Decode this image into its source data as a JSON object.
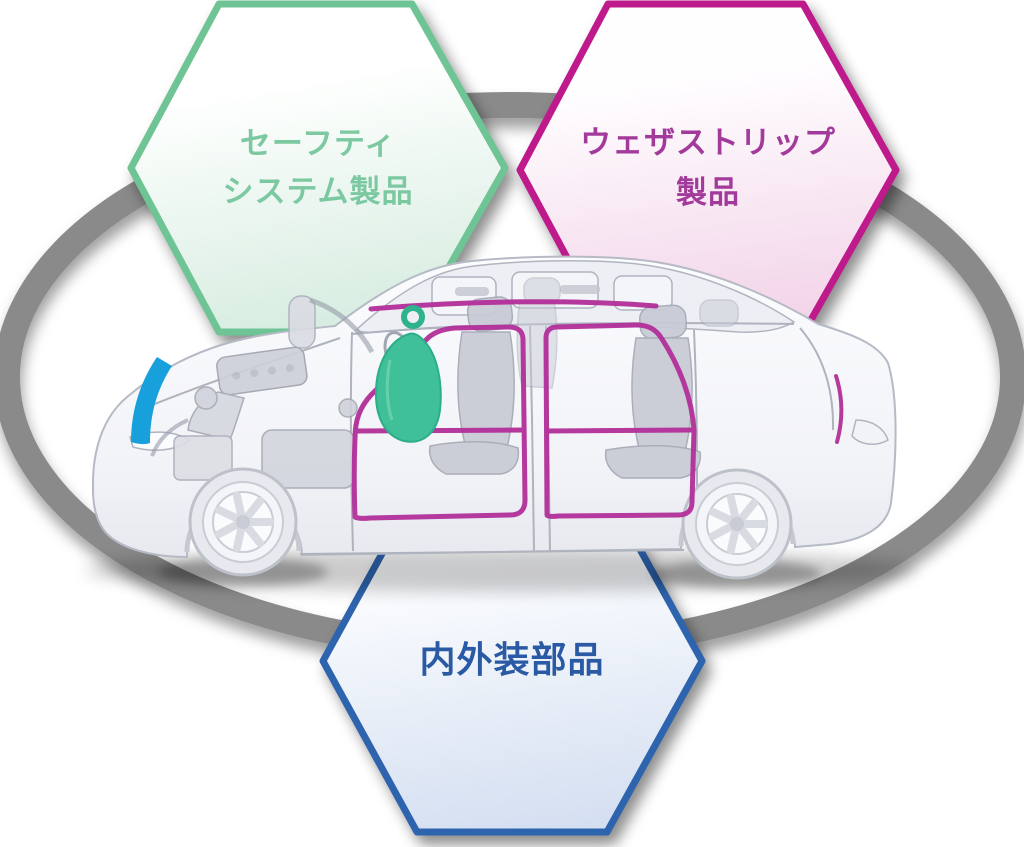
{
  "hexagons": {
    "safety": {
      "line1": "セーフティ",
      "line2": "システム製品",
      "border_color": "#6FC495",
      "text_color": "#7CC9A1",
      "fill_from": "#FFFFFF",
      "fill_to": "#D6ECE0"
    },
    "weatherstrip": {
      "line1": "ウェザストリップ",
      "line2": "製品",
      "border_color": "#BE1A8C",
      "text_color": "#A23A9C",
      "fill_from": "#FFFFFF",
      "fill_to": "#F2D3E8"
    },
    "interior_exterior": {
      "label": "内外装部品",
      "border_color": "#2E64AE",
      "text_color": "#2A5AA4",
      "fill_from": "#FFFFFF",
      "fill_to": "#D4DFF1"
    }
  },
  "illustration": {
    "subject": "transparent-car-cutaway",
    "ring_color": "#8A8A8A",
    "highlight_colors": {
      "weatherstrip_seals": "#B22F99",
      "curtain_airbag": "#3FC098",
      "front_fender_part": "#18A0DC"
    }
  }
}
